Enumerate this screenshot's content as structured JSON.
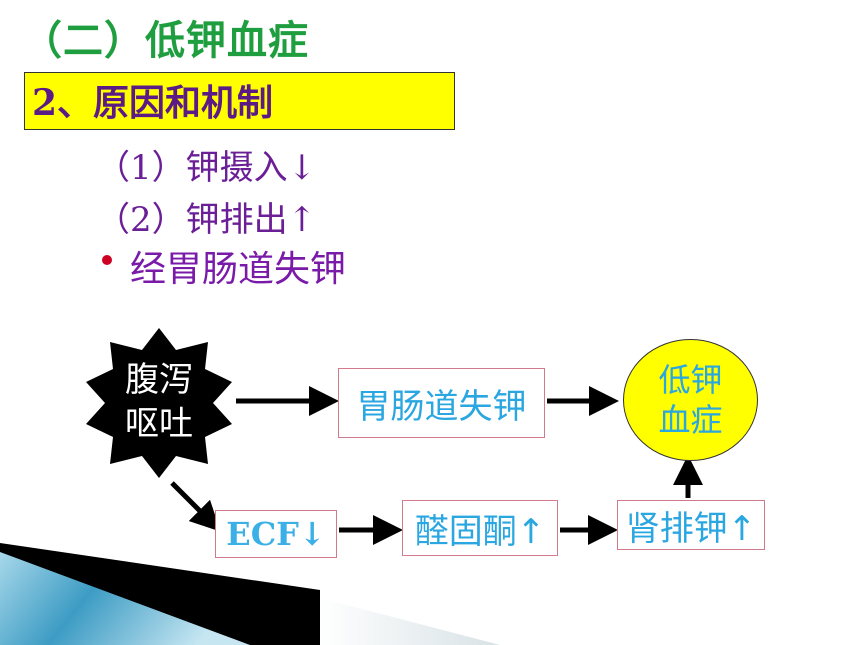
{
  "title": "（二）低钾血症",
  "section": "2、原因和机制",
  "items": [
    "（1）钾摄入↓",
    "（2）钾排出↑",
    "经胃肠道失钾"
  ],
  "diagram": {
    "cause_line1": "腹泻",
    "cause_line2": "呕吐",
    "gi_loss": "胃肠道失钾",
    "result_line1": "低钾",
    "result_line2": "血症",
    "ecf": "ECF↓",
    "aldosterone": "醛固酮↑",
    "renal": "肾排钾↑"
  },
  "colors": {
    "title": "#1e9e3e",
    "highlight": "#ffff00",
    "text": "#6a1f96",
    "box_text": "#2aa6e0"
  }
}
